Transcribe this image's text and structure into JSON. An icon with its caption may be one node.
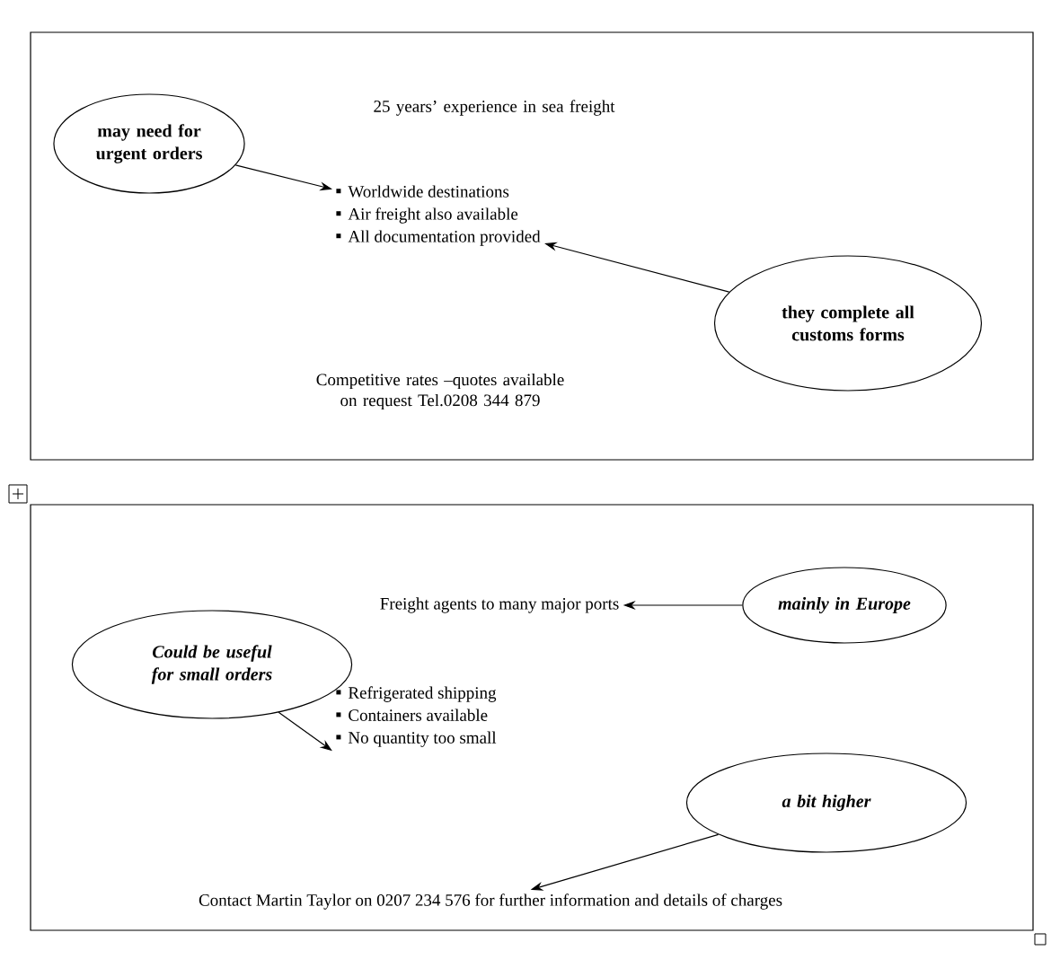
{
  "diagram": {
    "nodes": [
      {
        "text": [
          "25 years’ experience in sea freight",
          "Competitive rates –quotes available on request Tel.0208 344 879"
        ]
      },
      {
        "text": [
          "Worldwide destinations",
          "Air freight also available",
          "All documentation provided"
        ],
        "in": 0
      },
      {
        "text": [
          "may need for urgent orders"
        ],
        "in": 0
      },
      {
        "text": [
          "they complete all customs forms"
        ],
        "in": 0
      },
      {
        "text": [],
        "shape": "box"
      },
      {
        "text": [
          "Freight agents to many major ports"
        ],
        "in": 4
      },
      {
        "text": [
          "Refrigerated shipping",
          "Containers available",
          "No quantity too small"
        ],
        "in": 4
      },
      {
        "text": [
          "Could be useful for small orders"
        ],
        "in": 4
      },
      {
        "text": [
          "mainly in Europe"
        ],
        "in": 4
      },
      {
        "text": [
          "a bit higher"
        ],
        "in": 4
      },
      {
        "text": [
          "Contact Martin Taylor on 0207 234 576 for further information and details of charges"
        ],
        "in": 4
      }
    ],
    "edges": [
      {
        "from": 2,
        "to": 1,
        "arrow": "to"
      },
      {
        "from": 3,
        "to": 1,
        "arrow": "to"
      },
      {
        "from": 8,
        "to": 5,
        "arrow": "to"
      },
      {
        "from": 7,
        "to": 6,
        "arrow": "to"
      },
      {
        "from": 9,
        "to": 10,
        "arrow": "to"
      }
    ]
  }
}
